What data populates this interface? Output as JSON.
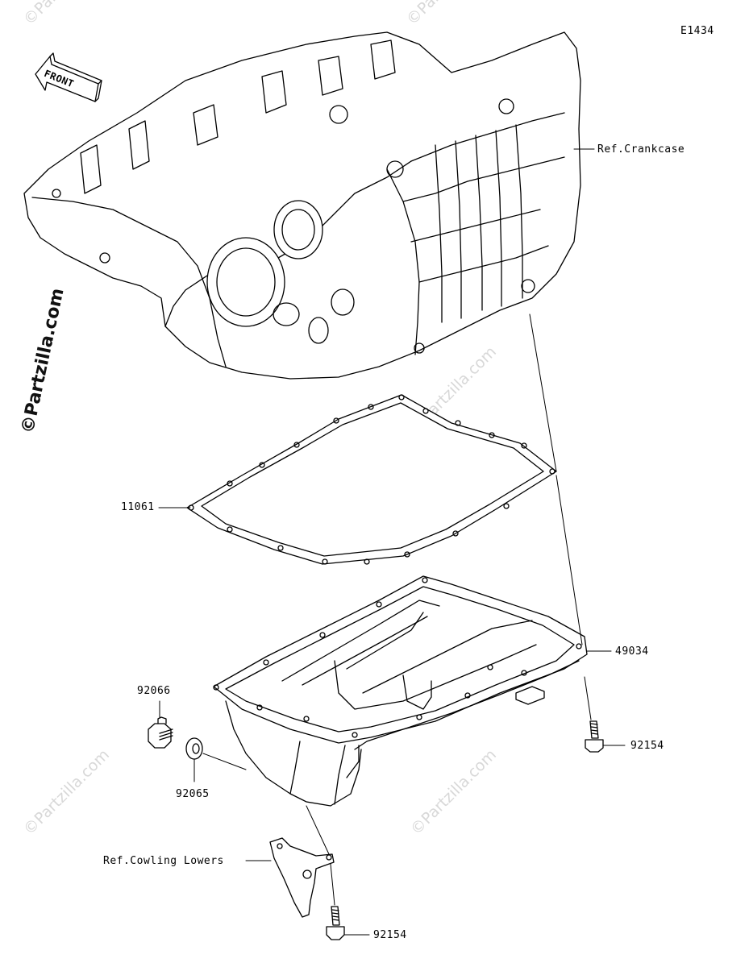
{
  "diagram_code": "E1434",
  "front_label": "FRONT",
  "parts": {
    "gasket": "11061",
    "oil_pan": "49034",
    "drain_plug": "92066",
    "washer": "92065",
    "bolt_upper": "92154",
    "bolt_lower": "92154"
  },
  "references": {
    "crankcase": "Ref.Crankcase",
    "cowling": "Ref.Cowling Lowers"
  },
  "watermark": {
    "main": "©Partzilla.com",
    "faint": "©Partzilla.com"
  }
}
